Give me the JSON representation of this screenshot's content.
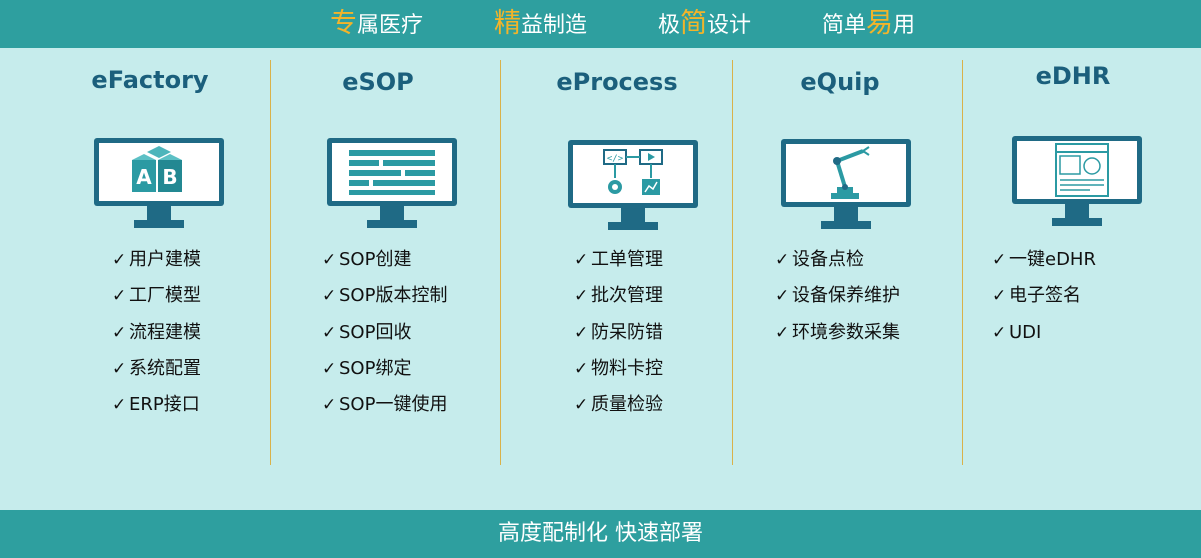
{
  "header": {
    "slogans": [
      {
        "highlight": "专",
        "rest": "属医疗"
      },
      {
        "highlight": "精",
        "rest": "益制造"
      },
      {
        "prefix": "极",
        "highlight": "简",
        "rest": "设计"
      },
      {
        "prefix": "简单",
        "highlight": "易",
        "rest": "用"
      }
    ]
  },
  "modules": [
    {
      "title": "eFactory",
      "icon": "ab-blocks-icon",
      "features": [
        "用户建模",
        "工厂模型",
        "流程建模",
        "系统配置",
        "ERP接口"
      ]
    },
    {
      "title": "eSOP",
      "icon": "document-lines-icon",
      "features": [
        "SOP创建",
        "SOP版本控制",
        "SOP回收",
        "SOP绑定",
        "SOP一键使用"
      ]
    },
    {
      "title": "eProcess",
      "icon": "process-flow-icon",
      "features": [
        "工单管理",
        "批次管理",
        "防呆防错",
        "物料卡控",
        "质量检验"
      ]
    },
    {
      "title": "eQuip",
      "icon": "robot-arm-icon",
      "features": [
        "设备点检",
        "设备保养维护",
        "环境参数采集"
      ]
    },
    {
      "title": "eDHR",
      "icon": "electronic-record-icon",
      "features": [
        "一键eDHR",
        "电子签名",
        "UDI"
      ]
    }
  ],
  "footer": {
    "text": "高度配制化  快速部署"
  },
  "colors": {
    "bar": "#2e9f9f",
    "background": "#c6ecec",
    "accent": "#f2b42a",
    "title": "#1b5f7c",
    "monitor": "#1f6a85",
    "icon": "#2b9aa3"
  }
}
